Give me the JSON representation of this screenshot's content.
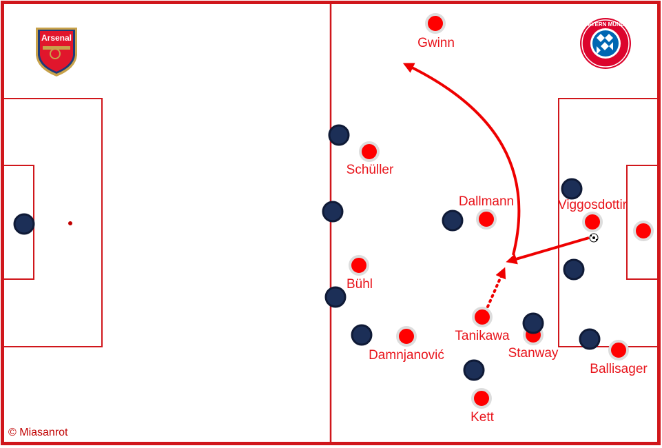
{
  "colors": {
    "pitch_lines": "#d0161b",
    "home_team": "#1c2f57",
    "away_team": "#ff0000",
    "player_ring": "#dddddd",
    "arrow": "#ee0000"
  },
  "logos": {
    "left": "Arsenal",
    "right": "FC BAYERN MÜNCHEN"
  },
  "credit": "© Miasanrot",
  "away_players": [
    {
      "name": "Gwinn"
    },
    {
      "name": "Schüller"
    },
    {
      "name": "Dallmann"
    },
    {
      "name": "Viggosdottir"
    },
    {
      "name": "Bühl"
    },
    {
      "name": "Tanikawa"
    },
    {
      "name": "Stanway"
    },
    {
      "name": "Damnjanović"
    },
    {
      "name": "Ballisager"
    },
    {
      "name": "Kett"
    }
  ],
  "ball_icon": "soccer-ball-icon"
}
